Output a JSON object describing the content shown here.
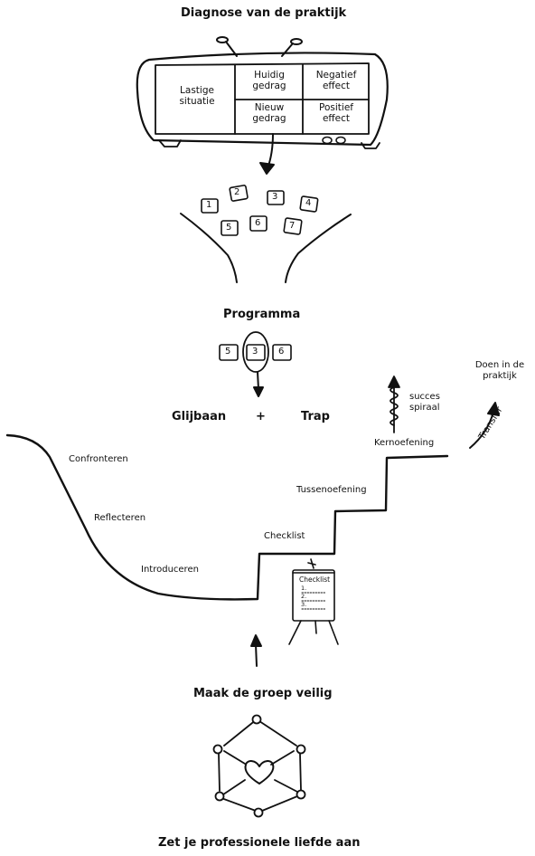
{
  "title_diagnose": "Diagnose van de praktijk",
  "tv": {
    "left": "Lastige situatie",
    "huidig": "Huidig gedrag",
    "negatief": "Negatief effect",
    "nieuw": "Nieuw gedrag",
    "positief": "Positief effect"
  },
  "funnel_numbers": [
    "1",
    "2",
    "3",
    "4",
    "5",
    "6",
    "7"
  ],
  "title_programma": "Programma",
  "programma_numbers": [
    "5",
    "3",
    "6"
  ],
  "glijbaan": "Glijbaan",
  "plus": "+",
  "trap": "Trap",
  "slide_labels": {
    "confronteren": "Confronteren",
    "reflecteren": "Reflecteren",
    "introduceren": "Introduceren"
  },
  "stair_labels": {
    "checklist": "Checklist",
    "tussenoefening": "Tussenoefening",
    "kernoefening": "Kernoefening"
  },
  "succes": "succes spiraal",
  "doen": "Doen in de praktijk",
  "transfer": "Transfer",
  "flipchart": {
    "title": "Checklist",
    "lines": [
      "1.",
      "2.",
      "3."
    ]
  },
  "title_veilig": "Maak de groep veilig",
  "title_liefde": "Zet je professionele liefde aan"
}
